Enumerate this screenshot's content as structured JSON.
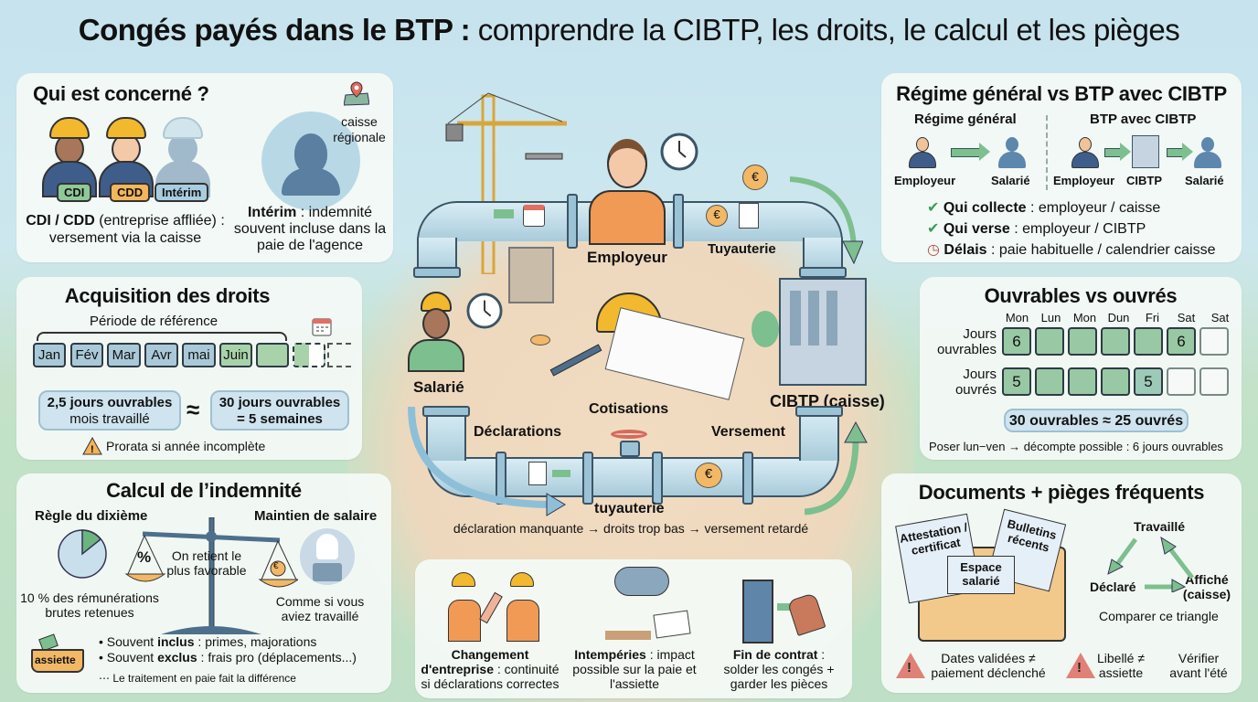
{
  "title": {
    "bold": "Congés payés dans le BTP :",
    "rest": " comprendre la CIBTP, les droits, le calcul et les pièges"
  },
  "concerned": {
    "heading": "Qui est concerné ?",
    "tags": [
      "CDI",
      "CDD",
      "Intérim"
    ],
    "cdi_cdd_bold": "CDI / CDD",
    "cdi_cdd_text": " (entreprise affliée) : versement via la caisse",
    "interim_bold": "Intérim",
    "interim_text": " : indemnité souvent incluse dans la paie de l'agence",
    "pin_label": "caisse régionale"
  },
  "acquisition": {
    "heading": "Acquisition des droits",
    "period_label": "Période de référence",
    "months": [
      "Jan",
      "Fév",
      "Mar",
      "Avr",
      "mai",
      "Juin"
    ],
    "left_pill_bold": "2,5 jours ouvrables",
    "left_pill_text": "mois travaillé",
    "approx": "≈",
    "right_pill_line1": "30 jours ouvrables",
    "right_pill_line2": "= 5 semaines",
    "warning": "Prorata si année incomplète"
  },
  "calcul": {
    "heading": "Calcul de l’indemnité",
    "left_title": "Règle du dixième",
    "left_caption": "10 % des rémunérations brutes retenues",
    "right_title": "Maintien de salaire",
    "right_caption": "Comme si vous aviez travaillé",
    "center_text": "On retient le plus favorable",
    "percent_symbol": "%",
    "euro_symbol": "€",
    "basket_label": "assiette",
    "bullets": [
      {
        "prefix": "Souvent ",
        "bold": "inclus",
        "text": " : primes, majorations"
      },
      {
        "prefix": "Souvent ",
        "bold": "exclus",
        "text": " : frais pro (déplacements...)"
      }
    ],
    "note": "Le traitement en paie fait la différence"
  },
  "center": {
    "employer": "Employeur",
    "pipe_top": "Tuyauterie",
    "employee": "Salarié",
    "cibtp": "CIBTP (caisse)",
    "cotisations": "Cotisations",
    "declarations": "Déclarations",
    "versement": "Versement",
    "pipe_bottom": "tuyauterie",
    "chain": "déclaration manquante → droits trop bas → versement retardé",
    "euro_symbol": "€"
  },
  "bottom_cases": [
    {
      "bold": "Changement d'entreprise",
      "text": " : continuité si déclarations correctes"
    },
    {
      "bold": "Intempéries",
      "text": " : impact possible sur la paie et l'assiette"
    },
    {
      "bold": "Fin de contrat",
      "text": " : solder les congés + garder les pièces"
    }
  ],
  "regime": {
    "heading": "Régime général vs BTP avec CIBTP",
    "left_title": "Régime général",
    "right_title": "BTP avec CIBTP",
    "left_labels": [
      "Employeur",
      "Salarié"
    ],
    "right_labels": [
      "Employeur",
      "CIBTP",
      "Salarié"
    ],
    "checks": [
      {
        "icon": "check",
        "bold": "Qui collecte",
        "text": " : employeur / caisse"
      },
      {
        "icon": "check",
        "bold": "Qui verse",
        "text": " : employeur / CIBTP"
      },
      {
        "icon": "clock",
        "bold": "Délais",
        "text": " : paie habituelle / calendrier caisse"
      }
    ]
  },
  "ouvrables": {
    "heading": "Ouvrables vs ouvrés",
    "days": [
      "Mon",
      "Lun",
      "Mon",
      "Dun",
      "Fri",
      "Sat",
      "Sat"
    ],
    "row1_label": "Jours ouvrables",
    "row1_values": [
      "6",
      "",
      "",
      "",
      "",
      "6",
      ""
    ],
    "row2_label": "Jours ouvrés",
    "row2_values": [
      "5",
      "",
      "",
      "",
      "5",
      "",
      ""
    ],
    "summary": "30 ouvrables ≈ 25 ouvrés",
    "note": "Poser lun−ven → décompte possible : 6 jours ouvrables"
  },
  "documents": {
    "heading": "Documents + pièges fréquents",
    "docs": [
      "Attestation / certificat",
      "Bulletins récents",
      "Espace salarié"
    ],
    "triangle": {
      "top": "Travaillé",
      "left": "Déclaré",
      "right": "Affiché (caisse)"
    },
    "triangle_caption": "Comparer ce triangle",
    "warnings": [
      "Dates validées ≠ paiement déclenché",
      "Libellé ≠ assiette"
    ],
    "tip": "Vérifier avant l'été"
  }
}
